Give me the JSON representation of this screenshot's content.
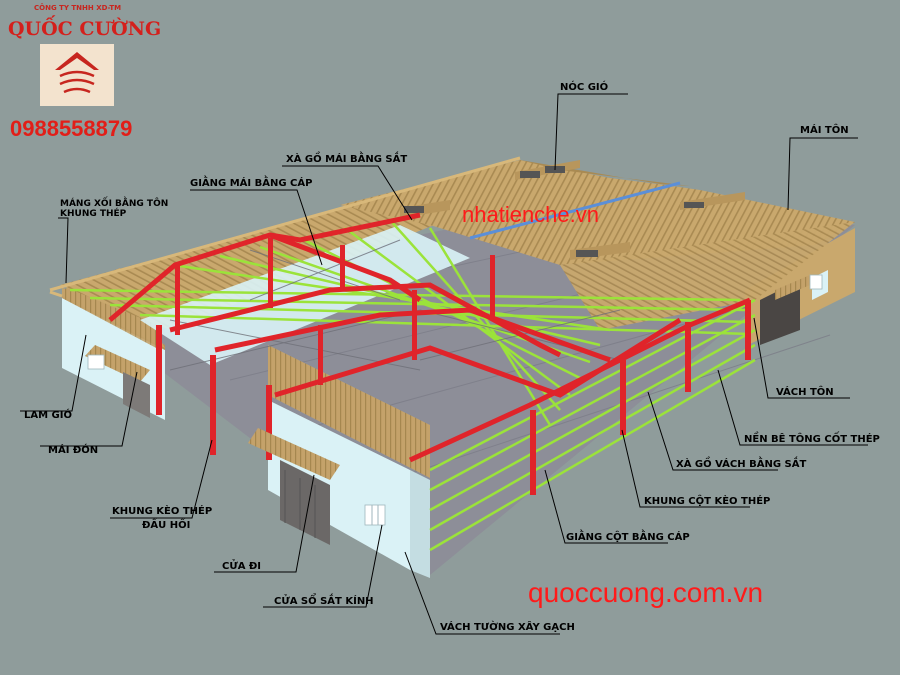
{
  "brand": {
    "top_text": "CÔNG TY TNHH XD-TM",
    "name": "QUỐC CƯỜNG",
    "phone": "0988558879",
    "logo_icon": "house-logo-icon"
  },
  "watermarks": {
    "site_center": "nhatienche.vn",
    "site_bottom": "quoccuong.com.vn"
  },
  "labels": {
    "noc_gio": "NÓC GIÓ",
    "mai_ton": "MÁI TÔN",
    "xa_go_mai": "XÀ GỒ MÁI BẰNG SẮT",
    "giang_mai": "GIẰNG MÁI BẰNG CÁP",
    "mang_xoi_1": "MÁNG XỐI BẰNG TÔN",
    "mang_xoi_2": "KHUNG THÉP",
    "lam_gio": "LAM GIÓ",
    "mai_don": "MÁI ĐÓN",
    "khung_keo_1": "KHUNG KÈO THÉP",
    "khung_keo_2": "ĐẦU HỒI",
    "cua_di": "CỬA ĐI",
    "cua_so": "CỬA SỔ SẮT KÍNH",
    "vach_tuong": "VÁCH TƯỜNG XÂY GẠCH",
    "giang_cot": "GIẰNG CỘT BẰNG CÁP",
    "khung_cot": "KHUNG CỘT KÈO THÉP",
    "xa_go_vach": "XÀ GỒ VÁCH BẰNG SẮT",
    "nen_be_tong": "NỀN BÊ TÔNG CỐT THÉP",
    "vach_ton": "VÁCH TÔN"
  },
  "colors": {
    "background": "#8f9c9b",
    "roof": "#c7a66c",
    "roof_dark": "#a98a52",
    "steel_frame": "#e0242a",
    "purlin": "#9be33a",
    "floor": "#8e8e9a",
    "brick_base": "#d9f2f6"
  }
}
